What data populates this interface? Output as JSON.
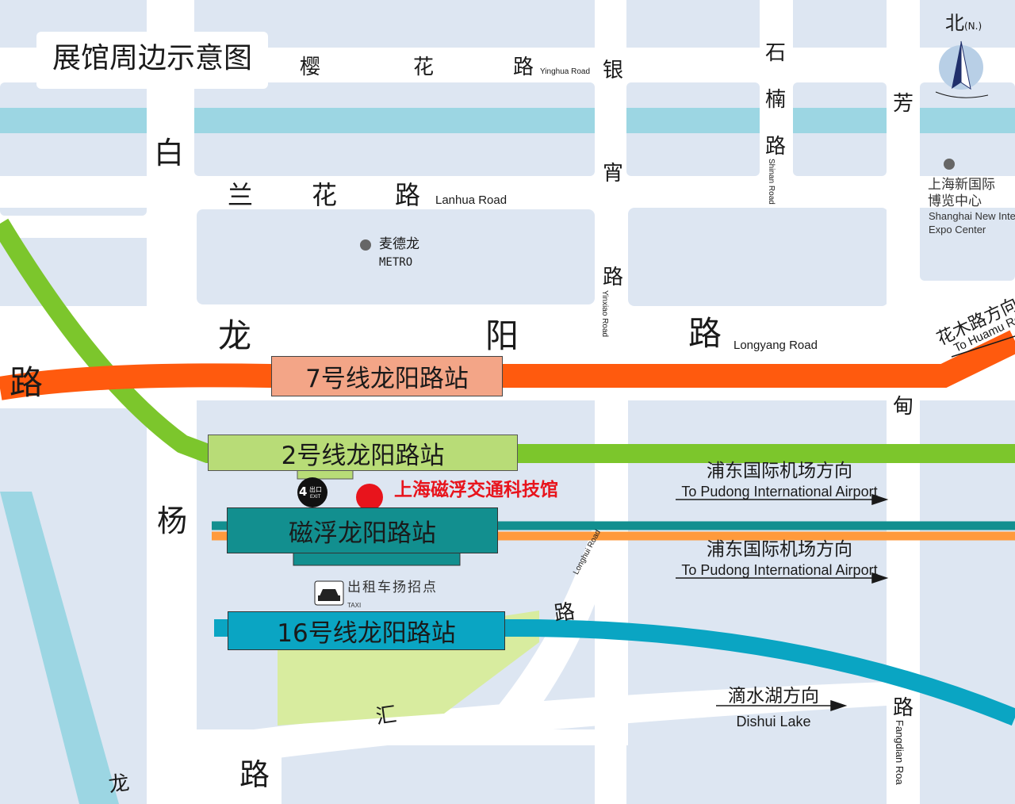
{
  "title": "展馆周边示意图",
  "compass": {
    "char": "北",
    "abbr": "(N.)"
  },
  "colors": {
    "block": "#dde6f2",
    "water": "#9cd6e3",
    "road": "#ffffff",
    "line7": "#ff5a0e",
    "line2": "#7cc62c",
    "line16": "#0aa5c3",
    "maglev": "#128f8f",
    "maglev_orange": "#ff9a3c",
    "poi_red": "#e8141c"
  },
  "roads": {
    "yinghua": {
      "c1": "樱",
      "c2": "花",
      "c3": "路",
      "en": "Yinghua Road"
    },
    "lanhua": {
      "c1": "兰",
      "c2": "花",
      "c3": "路",
      "en": "Lanhua Road"
    },
    "longyang": {
      "c1": "龙",
      "c2": "阳",
      "c3": "路",
      "en": "Longyang Road",
      "left": "路"
    },
    "bailian": {
      "c1": "白",
      "c2": "杨"
    },
    "yinxiao": {
      "c1": "银",
      "c2": "宵",
      "c3": "路",
      "en": "Yinxiao Road"
    },
    "shinan": {
      "c1": "石",
      "c2": "楠",
      "c3": "路",
      "en": "Shinan Road"
    },
    "fangdian": {
      "c1": "芳",
      "c2": "甸",
      "c3": "路",
      "en": "Fangdian Roa"
    },
    "longhui": {
      "c1": "路",
      "c2": "汇",
      "c3": "龙",
      "c4": "路",
      "en": "Longhui Road"
    },
    "huamu": {
      "zh": "花木路方向",
      "en": "To Huamu Ro"
    }
  },
  "pois": {
    "metro": {
      "zh": "麦德龙",
      "en": "METRO"
    },
    "expo": {
      "zh1": "上海新国际",
      "zh2": "博览中心",
      "en1": "Shanghai New Inte",
      "en2": "Expo Center"
    },
    "museum": "上海磁浮交通科技馆",
    "taxi": {
      "zh": "出租车扬招点",
      "en": "TAXI"
    },
    "exit": {
      "num": "4",
      "zh": "出口",
      "en": "EXIT"
    }
  },
  "stations": {
    "line7": "7号线龙阳路站",
    "line2": "2号线龙阳路站",
    "maglev": "磁浮龙阳路站",
    "line16": "16号线龙阳路站"
  },
  "directions": {
    "pudong1": {
      "zh": "浦东国际机场方向",
      "en": "To Pudong International Airport"
    },
    "pudong2": {
      "zh": "浦东国际机场方向",
      "en": "To Pudong International Airport"
    },
    "dishui": {
      "zh": "滴水湖方向",
      "en": "Dishui Lake"
    }
  }
}
